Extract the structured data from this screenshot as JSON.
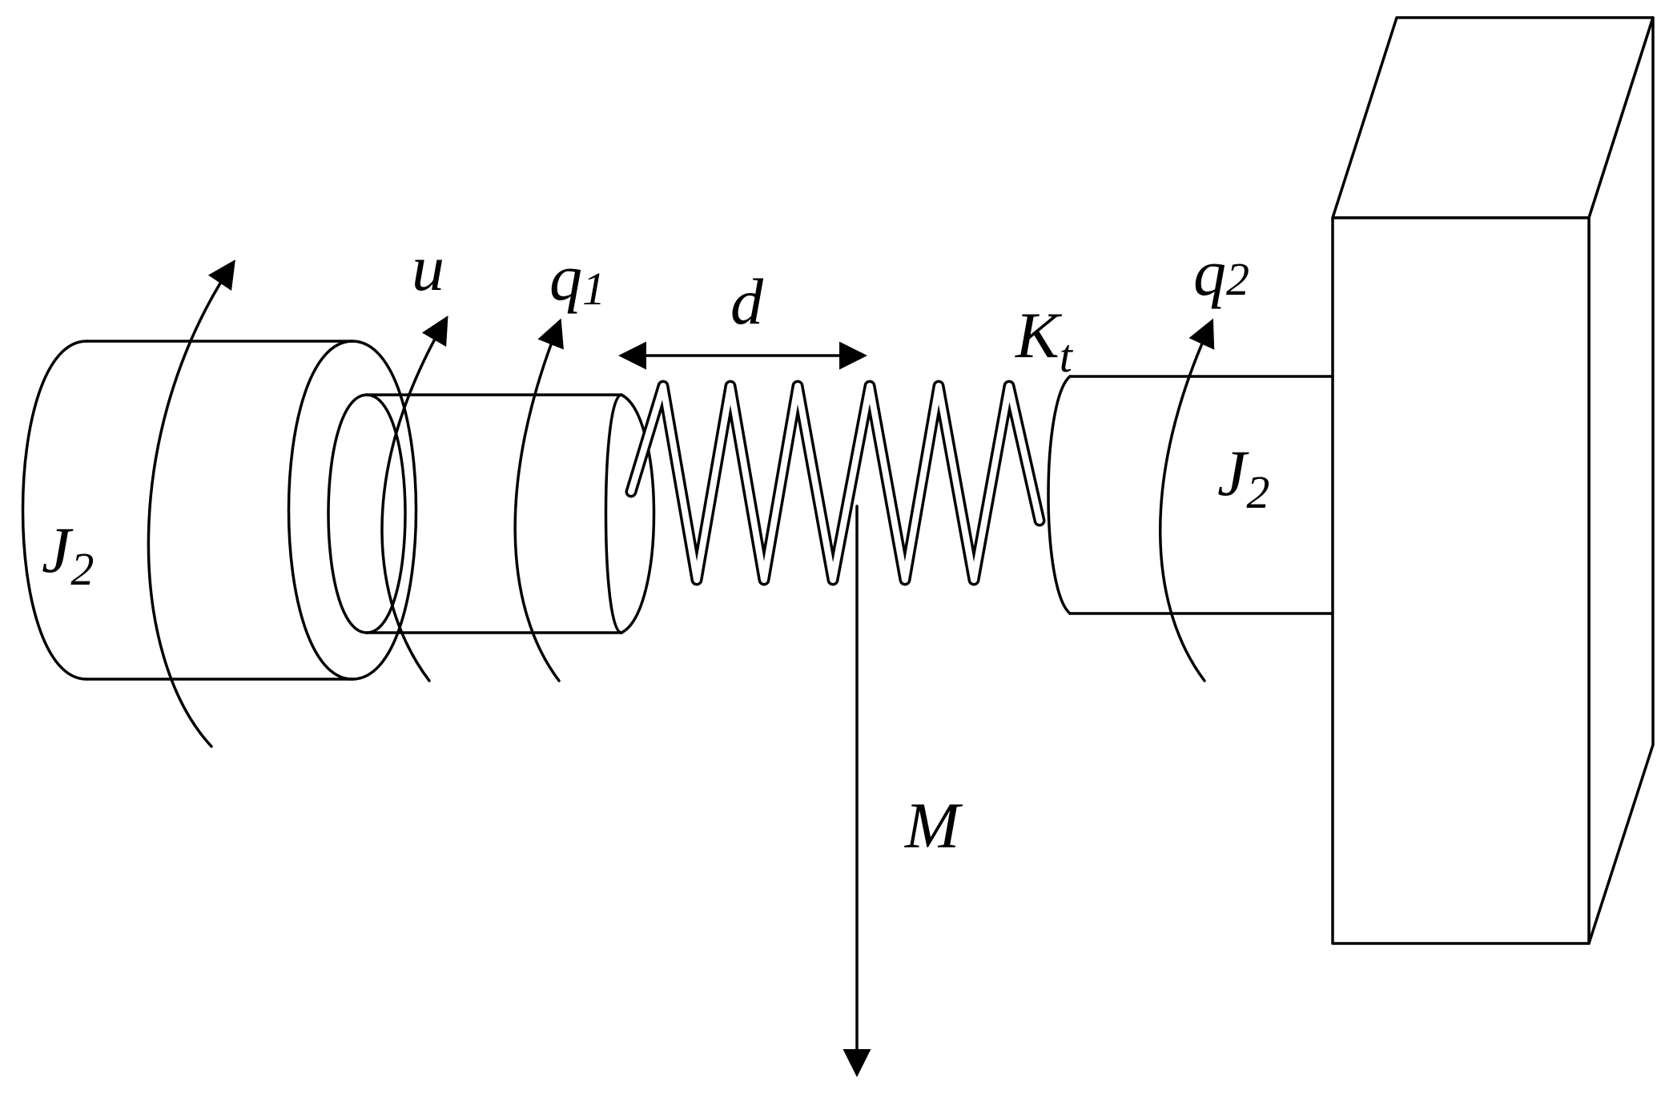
{
  "labels": {
    "j2_left": {
      "main": "J",
      "sub": "2"
    },
    "u": "u",
    "q1": {
      "main": "q",
      "sub": "1"
    },
    "d": "d",
    "kt": {
      "main": "K",
      "sub": "t"
    },
    "q2": {
      "main": "q",
      "sub": "2"
    },
    "j2_right": {
      "main": "J",
      "sub": "2"
    },
    "m": "M"
  },
  "colors": {
    "ink": "#000000",
    "background": "#ffffff"
  }
}
